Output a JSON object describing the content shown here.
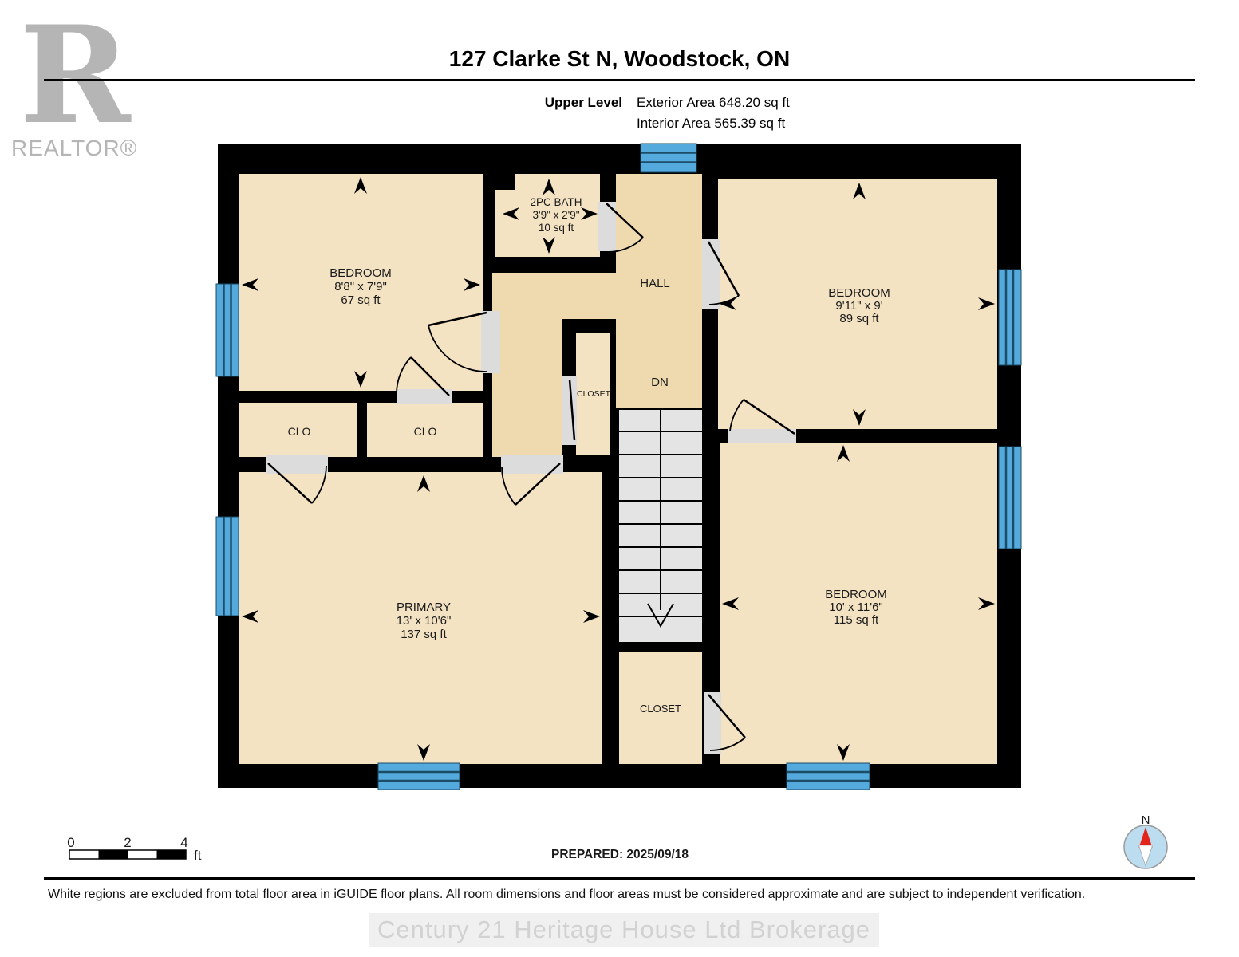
{
  "header": {
    "title": "127 Clarke St N, Woodstock, ON",
    "level_label": "Upper Level",
    "exterior_area": "Exterior Area 648.20 sq ft",
    "interior_area": "Interior Area 565.39 sq ft",
    "logo_letter": "R",
    "logo_text": "REALTOR®"
  },
  "plan": {
    "rooms": {
      "bedroom_top_left": {
        "name": "BEDROOM",
        "dims": "8'8\" x 7'9\"",
        "area": "67 sq ft"
      },
      "bath": {
        "name": "2PC BATH",
        "dims": "3'9\" x 2'9\"",
        "area": "10 sq ft"
      },
      "bedroom_top_right": {
        "name": "BEDROOM",
        "dims": "9'11\" x 9'",
        "area": "89 sq ft"
      },
      "primary_bedroom": {
        "name": "PRIMARY",
        "dims": "13' x 10'6\"",
        "area": "137 sq ft"
      },
      "bedroom_bottom_right": {
        "name": "BEDROOM",
        "dims": "10' x 11'6\"",
        "area": "115 sq ft"
      },
      "hall": {
        "name": "HALL"
      },
      "closet_left": {
        "name": "CLO"
      },
      "closet_mid_row": {
        "name": "CLO"
      },
      "closet_hall": {
        "name": "CLOSET"
      },
      "closet_bottom": {
        "name": "CLOSET"
      }
    },
    "stairs_label": "DN"
  },
  "scale_bar": {
    "t0": "0",
    "t2": "2",
    "t4": "4",
    "unit": "ft"
  },
  "prepared_label": "PREPARED: 2025/09/18",
  "compass_label": "N",
  "footer": {
    "disclaimer": "White regions are excluded from total floor area in iGUIDE floor plans. All room dimensions and floor areas must be considered approximate and are subject to independent verification.",
    "watermark": "Century 21 Heritage House Ltd Brokerage"
  },
  "colors": {
    "room_fill": "#F4E3C3",
    "hall_fill": "#EEDAAE",
    "wall": "#000000",
    "window_fill": "#54A9DD",
    "window_line": "#1C4C66",
    "stairs_fill": "#E4E4E4",
    "door_opening_fill": "#DCDCDC",
    "compass_circle": "#BCDCEF",
    "compass_north": "#E3241B"
  }
}
